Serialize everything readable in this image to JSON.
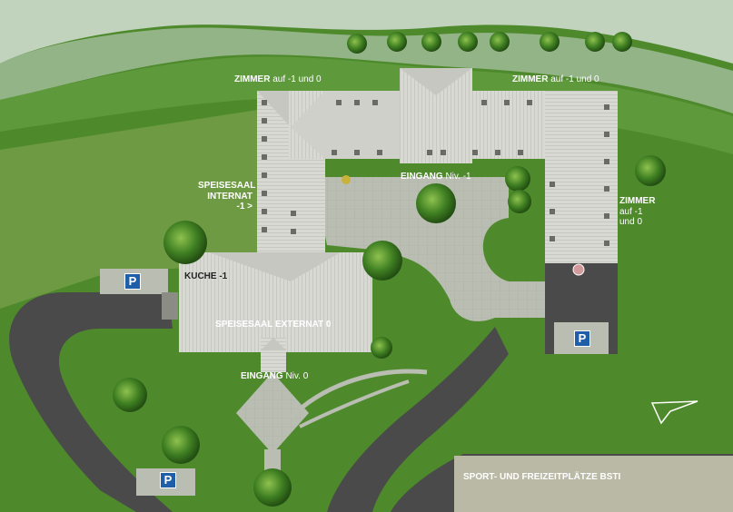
{
  "map": {
    "labels": {
      "zimmer_left": {
        "bold": "ZIMMER",
        "rest": "auf -1 und 0"
      },
      "zimmer_center": {
        "bold": "ZIMMER",
        "rest": "auf -1 und 0"
      },
      "zimmer_right": {
        "bold": "ZIMMER",
        "line2": "auf -1",
        "line3": "und 0"
      },
      "speisesaal_internat": {
        "line1": "SPEISESAAL",
        "line2": "INTERNAT",
        "line3": "-1 >"
      },
      "eingang_upper": {
        "bold": "EINGANG",
        "rest": "Niv. -1"
      },
      "kuche": "KUCHE -1",
      "speisesaal_externat": "SPEISESAAL EXTERNAT 0",
      "eingang_lower": {
        "bold": "EINGANG",
        "rest": "Niv. 0"
      },
      "sport": "SPORT- UND FREIZEITPLÄTZE BSTI"
    },
    "parking_symbol": "P",
    "icons": [
      "parking-icon",
      "compass-north-icon",
      "tree-icon",
      "fountain-icon"
    ],
    "colors": {
      "grass": "#4e8a2c",
      "grass_light": "#6f9a44",
      "hill_light": "#a8c4a0",
      "hill_mid": "#7fa86e",
      "road": "#4a4a4a",
      "pavement": "#b9bdb2",
      "roof": "#d9d9d4",
      "parking_sign": "#1f5ea8"
    }
  }
}
